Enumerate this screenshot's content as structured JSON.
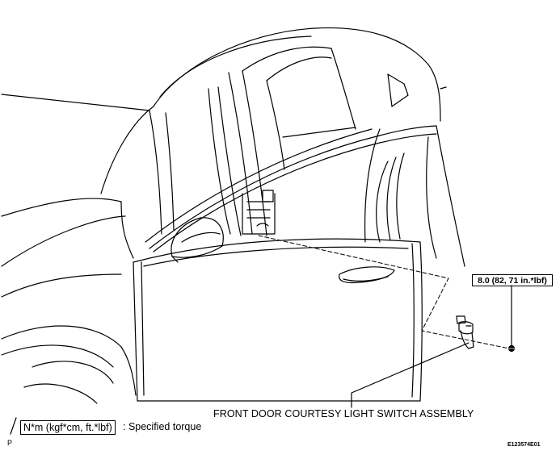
{
  "torque_spec": {
    "value": "8.0 (82, 71 in.*lbf)"
  },
  "part": {
    "label": "FRONT DOOR COURTESY LIGHT SWITCH ASSEMBLY"
  },
  "legend": {
    "unit_box": "N*m (kgf*cm, ft.*lbf)",
    "description": ": Specified torque"
  },
  "reference": {
    "marker": "P",
    "figure_id": "E123574E01"
  }
}
